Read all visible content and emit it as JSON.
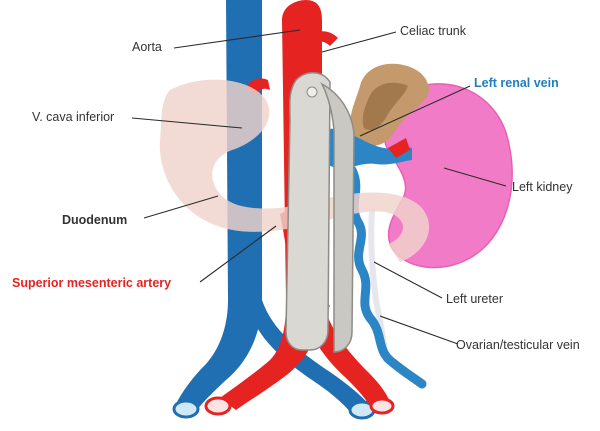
{
  "labels": {
    "aorta": "Aorta",
    "celiac_trunk": "Celiac trunk",
    "left_renal_vein": "Left renal vein",
    "v_cava_inferior": "V. cava inferior",
    "left_kidney": "Left kidney",
    "duodenum": "Duodenum",
    "superior_mesenteric_artery": "Superior mesenteric artery",
    "left_ureter": "Left ureter",
    "ovarian_testicular_vein": "Ovarian/testicular vein"
  },
  "colors": {
    "artery_red": "#e52421",
    "vein_blue": "#1f6fb2",
    "vein_light_blue": "#2c86c6",
    "kidney_pink": "#f27bc8",
    "duodenum_beige": "#f0d3cc",
    "adrenal_tan": "#c49a6c",
    "clamp_gray": "#cfcfcb",
    "highlight_blue_label": "#1f7fbf",
    "highlight_red_label": "#e52421"
  }
}
